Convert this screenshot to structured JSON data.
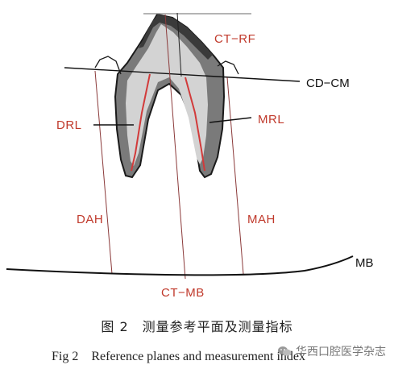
{
  "labels": {
    "ct_rf": "CT−RF",
    "cd_cm": "CD−CM",
    "drl": "DRL",
    "mrl": "MRL",
    "dah": "DAH",
    "mah": "MAH",
    "ct_mb": "CT−MB",
    "mb": "MB"
  },
  "caption": {
    "chinese": "图 2　测量参考平面及测量指标",
    "english": "Fig 2　Reference planes and measurement index"
  },
  "watermark": {
    "text": "华西口腔医学杂志",
    "icon": "wechat-icon"
  },
  "colors": {
    "label_red": "#c0392b",
    "tooth_dark": "#555555",
    "tooth_light": "#cfcfcf",
    "root_canal_red": "#d23a3a"
  }
}
